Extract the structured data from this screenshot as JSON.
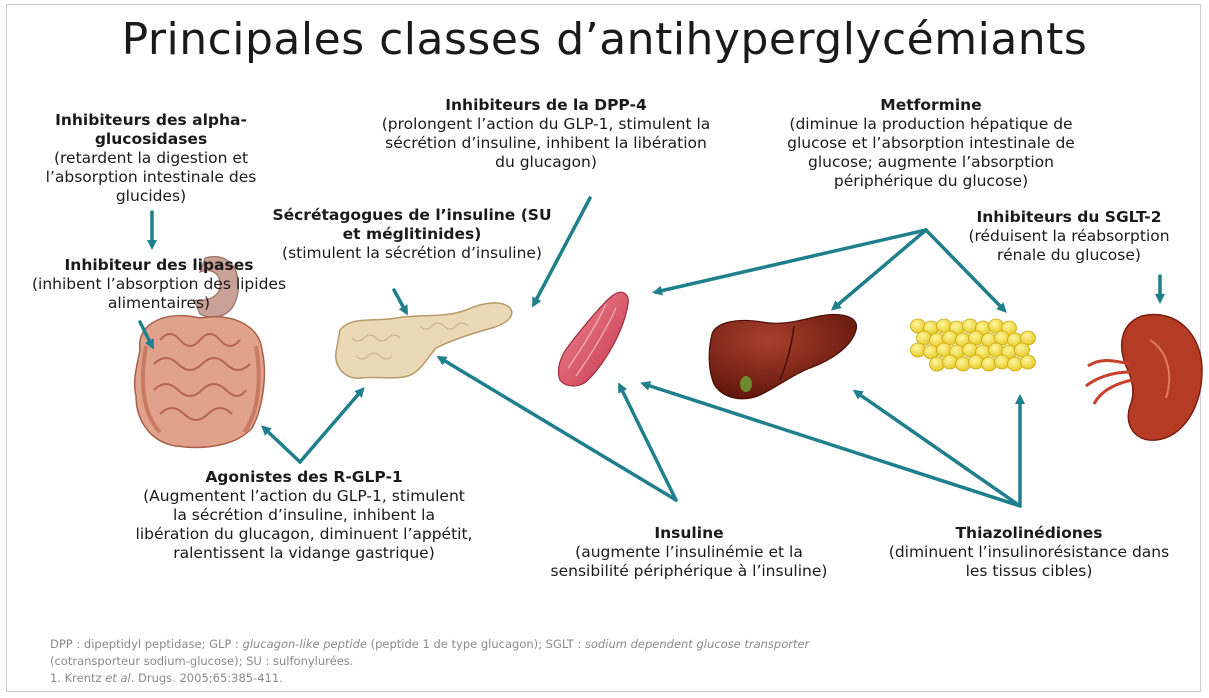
{
  "title": "Principales classes d’antihyperglycémiants",
  "labels": {
    "alpha": {
      "head": "Inhibiteurs des alpha-glucosidases",
      "desc": "(retardent la digestion et l’absorption intestinale des glucides)"
    },
    "lipases": {
      "head": "Inhibiteur des lipases",
      "desc": "(inhibent l’absorption des lipides alimentaires)"
    },
    "secretagogues": {
      "head": "Sécrétagogues de l’insuline (SU et méglitinides)",
      "desc": "(stimulent la sécrétion d’insuline)"
    },
    "dpp4": {
      "head": "Inhibiteurs de la DPP-4",
      "desc": "(prolongent l’action du GLP-1, stimulent la sécrétion d’insuline, inhibent la libération du glucagon)"
    },
    "metformine": {
      "head": "Metformine",
      "desc": "(diminue la production hépatique de glucose et l’absorption intestinale de glucose; augmente l’absorption périphérique du glucose)"
    },
    "sglt2": {
      "head": "Inhibiteurs du SGLT-2",
      "desc": "(réduisent la réabsorption rénale du glucose)"
    },
    "glp1": {
      "head": "Agonistes des R-GLP-1",
      "desc": "(Augmentent l’action du GLP-1, stimulent la sécrétion d’insuline, inhibent la libération du glucagon, diminuent l’appétit, ralentissent la vidange gastrique)"
    },
    "insuline": {
      "head": "Insuline",
      "desc": "(augmente l’insulinémie et la sensibilité périphérique à l’insuline)"
    },
    "tzd": {
      "head": "Thiazolinédiones",
      "desc": "(diminuent l’insulinorésistance dans les tissus cibles)"
    }
  },
  "footnote": {
    "line1_a": "DPP : dipeptidyl peptidase; GLP : ",
    "line1_b": "glucagon-like peptide",
    "line1_c": " (peptide 1 de type glucagon); SGLT : ",
    "line1_d": "sodium dependent glucose transporter",
    "line2": "(cotransporteur sodium-glucose); SU : sulfonylurées.",
    "ref_a": "1. Krentz ",
    "ref_b": "et al",
    "ref_c": ". Drugs. 2005;65:385-411."
  },
  "colors": {
    "arrow": "#1f7f8c",
    "muscle": "#d9505e",
    "liver": "#7e1e12",
    "fat": "#f0de3c",
    "kidney": "#b43c24",
    "pancreas": "#ead9b4",
    "gut": "#d88f78"
  },
  "icons": [
    "intestine-illustration",
    "pancreas-illustration",
    "muscle-illustration",
    "liver-illustration",
    "adipose-tissue-illustration",
    "kidney-illustration"
  ]
}
